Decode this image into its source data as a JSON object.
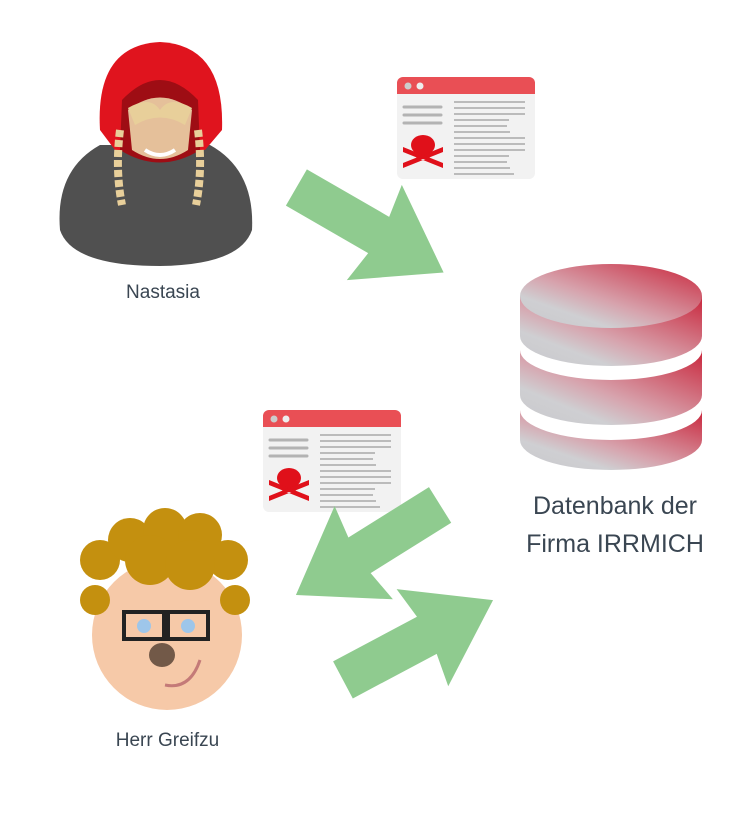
{
  "people": {
    "attacker": {
      "name": "Nastasia"
    },
    "victim": {
      "name": "Herr Greifzu"
    }
  },
  "database": {
    "line1": "Datenbank der",
    "line2": "Firma IRRMICH"
  },
  "icons": [
    "malicious-document-icon",
    "database-icon",
    "arrow-icon"
  ],
  "colors": {
    "arrow": "#8fcb8f",
    "accent_red": "#e04048",
    "skull": "#e0101a",
    "text": "#3a4652"
  }
}
